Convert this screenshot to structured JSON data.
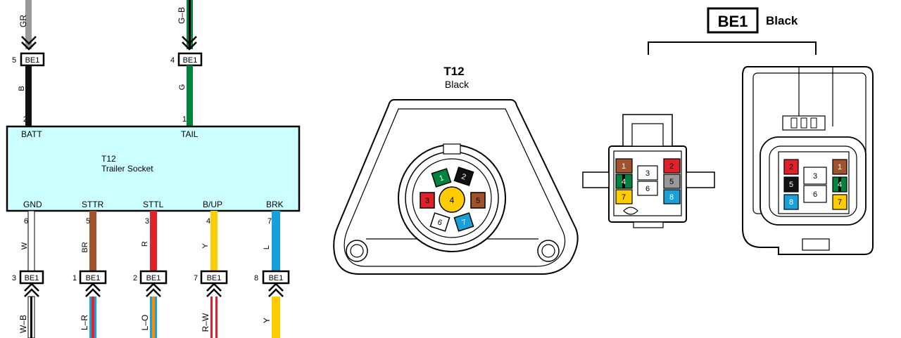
{
  "component": {
    "id": "T12",
    "name": "Trailer Socket",
    "terminals": [
      {
        "pin": "2",
        "name": "BATT",
        "color": "B"
      },
      {
        "pin": "1",
        "name": "TAIL",
        "color": "G"
      },
      {
        "pin": "6",
        "name": "GND",
        "color": "W"
      },
      {
        "pin": "5",
        "name": "STTR",
        "color": "BR"
      },
      {
        "pin": "3",
        "name": "STTL",
        "color": "R"
      },
      {
        "pin": "4",
        "name": "B/UP",
        "color": "Y"
      },
      {
        "pin": "7",
        "name": "BRK",
        "color": "L"
      }
    ]
  },
  "upstream_wires": [
    {
      "code": "GR",
      "connector": "BE1",
      "pin": "5"
    },
    {
      "code": "G–B",
      "connector": "BE1",
      "pin": "4"
    }
  ],
  "downstream_wires": [
    {
      "code": "W–B",
      "connector": "BE1",
      "pin": "3"
    },
    {
      "code": "L–R",
      "connector": "BE1",
      "pin": "1"
    },
    {
      "code": "L–O",
      "connector": "BE1",
      "pin": "2"
    },
    {
      "code": "R–W",
      "connector": "BE1",
      "pin": "7"
    },
    {
      "code": "Y",
      "connector": "BE1",
      "pin": "8"
    }
  ],
  "socket_view": {
    "title": "T12",
    "color": "Black",
    "pins": [
      "1",
      "2",
      "3",
      "4",
      "5",
      "6",
      "7"
    ]
  },
  "be1_view": {
    "title": "BE1",
    "color": "Black",
    "left_connector": [
      "1",
      "2",
      "3",
      "4",
      "5",
      "6",
      "7",
      "8"
    ],
    "right_connector": [
      "1",
      "2",
      "3",
      "4",
      "5",
      "6",
      "7",
      "8"
    ]
  },
  "colors": {
    "box_fill": "#ccffff",
    "gray": "#999999",
    "green": "#00843d",
    "brown": "#a0522d",
    "red": "#e0202a",
    "yellow": "#ffcc00",
    "blue": "#1aa0d8"
  }
}
